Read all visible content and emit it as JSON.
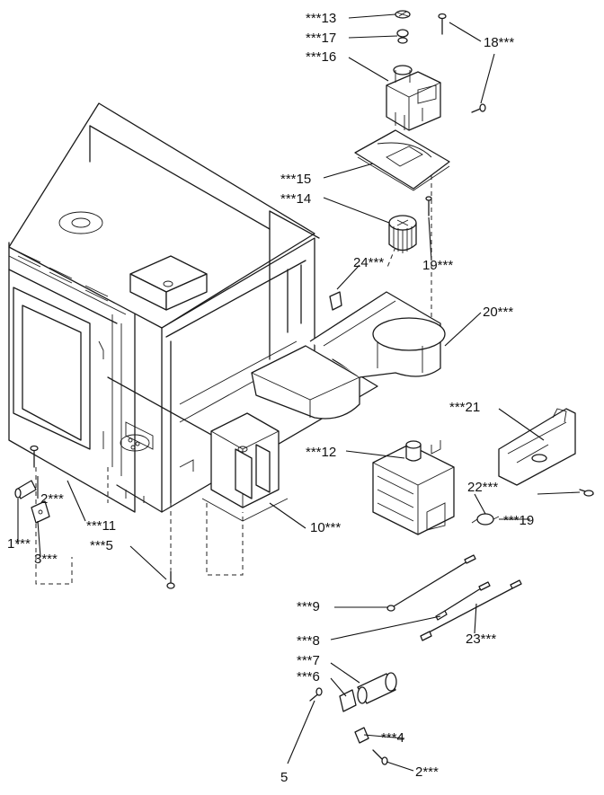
{
  "callouts": [
    {
      "id": "c13",
      "text": "***13"
    },
    {
      "id": "c17",
      "text": "***17"
    },
    {
      "id": "c16",
      "text": "***16"
    },
    {
      "id": "c18",
      "text": "18***"
    },
    {
      "id": "c15",
      "text": "***15"
    },
    {
      "id": "c14",
      "text": "***14"
    },
    {
      "id": "c24",
      "text": "24***"
    },
    {
      "id": "c19a",
      "text": "19***"
    },
    {
      "id": "c20",
      "text": "20***"
    },
    {
      "id": "c21",
      "text": "***21"
    },
    {
      "id": "c12",
      "text": "***12"
    },
    {
      "id": "c22",
      "text": "22***"
    },
    {
      "id": "c19b",
      "text": "***19"
    },
    {
      "id": "c2a",
      "text": "2***"
    },
    {
      "id": "c11",
      "text": "***11"
    },
    {
      "id": "c1",
      "text": "1***"
    },
    {
      "id": "c3",
      "text": "3***"
    },
    {
      "id": "c5a",
      "text": "***5"
    },
    {
      "id": "c10",
      "text": "10***"
    },
    {
      "id": "c9",
      "text": "***9"
    },
    {
      "id": "c8",
      "text": "***8"
    },
    {
      "id": "c23",
      "text": "23***"
    },
    {
      "id": "c7",
      "text": "***7"
    },
    {
      "id": "c6",
      "text": "***6"
    },
    {
      "id": "c4",
      "text": "***4"
    },
    {
      "id": "c5b",
      "text": "5"
    },
    {
      "id": "c2b",
      "text": "2***"
    }
  ]
}
